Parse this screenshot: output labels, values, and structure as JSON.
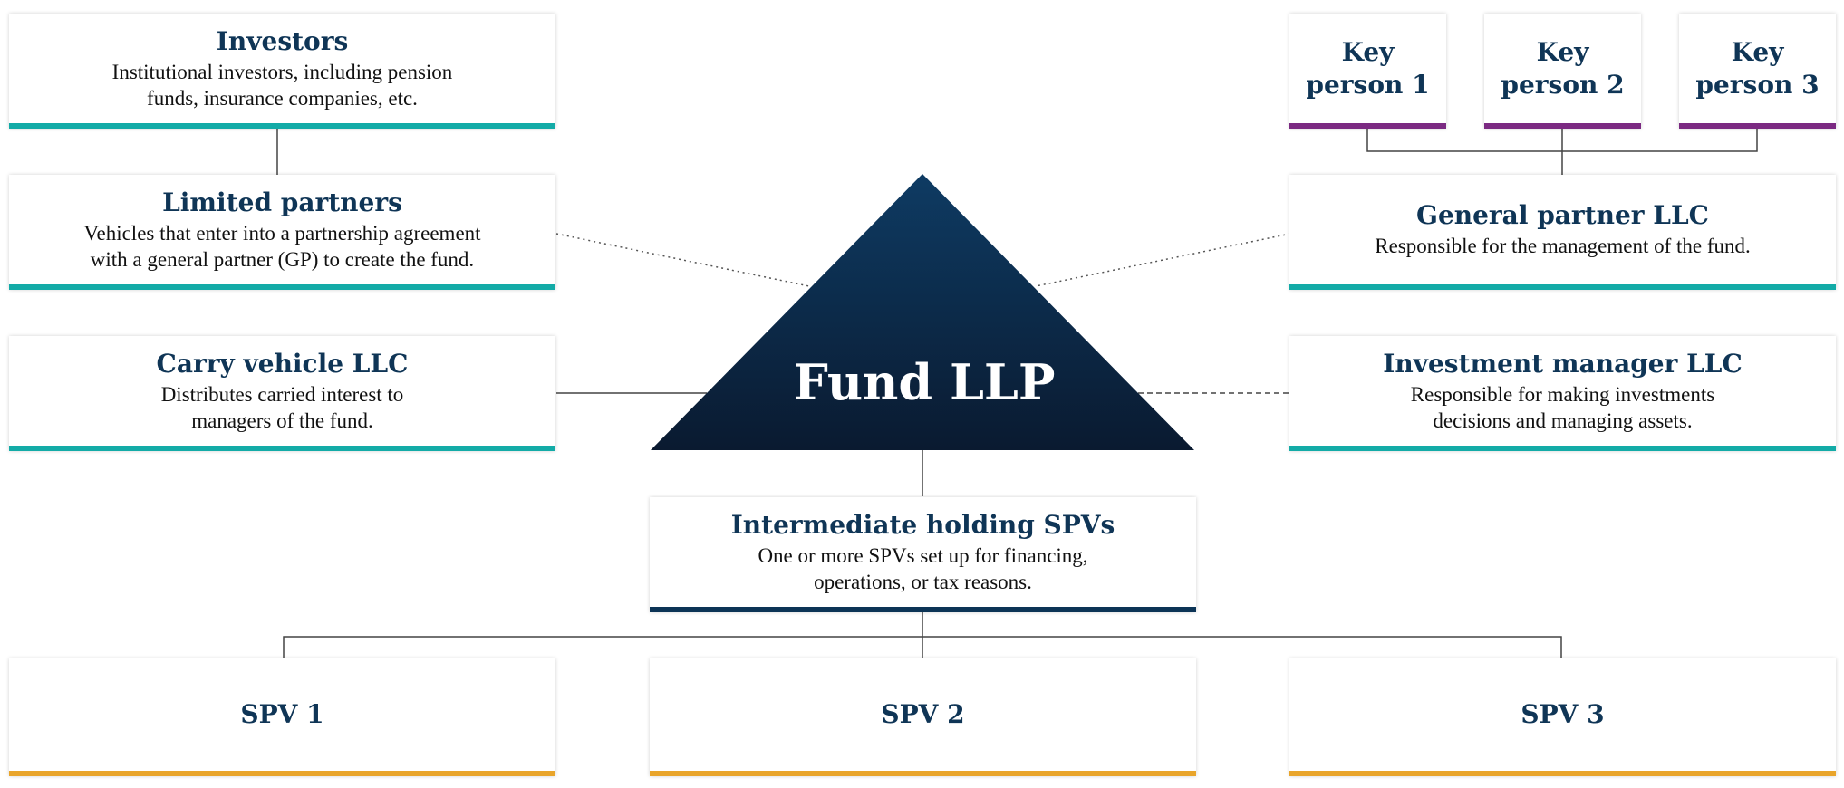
{
  "investors": {
    "title": "Investors",
    "desc_line1": "Institutional investors, including pension",
    "desc_line2": "funds, insurance companies, etc."
  },
  "limited_partners": {
    "title": "Limited partners",
    "desc_line1": "Vehicles that enter into a partnership agreement",
    "desc_line2": "with a general partner (GP) to create the fund."
  },
  "carry_vehicle": {
    "title": "Carry vehicle LLC",
    "desc_line1": "Distributes carried interest to",
    "desc_line2": "managers of the fund."
  },
  "key_persons": [
    {
      "line1": "Key",
      "line2": "person 1"
    },
    {
      "line1": "Key",
      "line2": "person 2"
    },
    {
      "line1": "Key",
      "line2": "person 3"
    }
  ],
  "general_partner": {
    "title": "General partner LLC",
    "desc": "Responsible for the management of the fund."
  },
  "investment_manager": {
    "title": "Investment manager LLC",
    "desc_line1": "Responsible for making investments",
    "desc_line2": "decisions and managing assets."
  },
  "fund": {
    "title": "Fund LLP"
  },
  "intermediate": {
    "title": "Intermediate holding SPVs",
    "desc_line1": "One or more SPVs set up for financing,",
    "desc_line2": "operations, or tax reasons."
  },
  "spvs": [
    {
      "label": "SPV 1"
    },
    {
      "label": "SPV 2"
    },
    {
      "label": "SPV 3"
    }
  ],
  "colors": {
    "navy": "#0c3456",
    "teal": "#13aba7",
    "purple": "#7b2a82",
    "gold": "#e9a52b",
    "title_text": "#0f3556"
  }
}
